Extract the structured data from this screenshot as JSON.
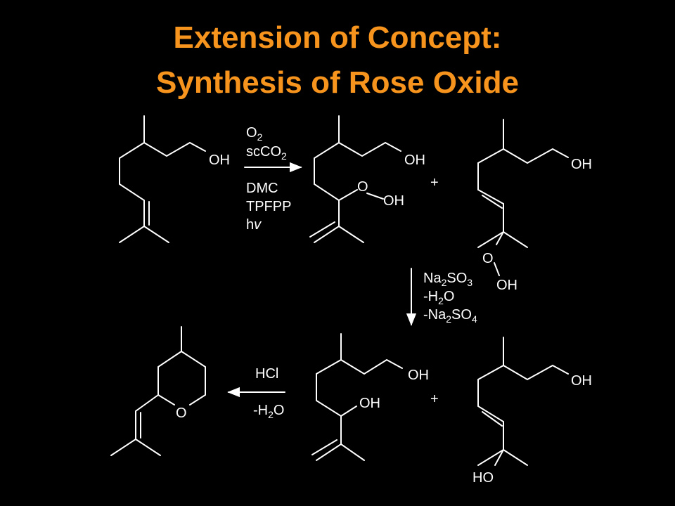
{
  "slide": {
    "title_line1": "Extension of Concept:",
    "title_line2": "Synthesis of Rose Oxide",
    "colors": {
      "background": "#000000",
      "title": "#f7941d",
      "structure": "#ffffff"
    }
  },
  "labels": {
    "oh": "OH",
    "ho": "HO",
    "o": "O",
    "plus": "+",
    "hcl": "HCl",
    "h_minus": "-H",
    "o_letter": "O",
    "two": "2"
  },
  "reaction1": {
    "o2_main": "O",
    "o2_sub": "2",
    "scco2_main": "scCO",
    "scco2_sub": "2",
    "dmc": "DMC",
    "tpfpp": "TPFPP",
    "hv_h": "h",
    "hv_v": "v"
  },
  "reaction2": {
    "na2so3_a": "Na",
    "na2so3_sub1": "2",
    "na2so3_b": "SO",
    "na2so3_sub2": "3",
    "h2o_a": "-H",
    "h2o_sub": "2",
    "h2o_b": "O",
    "na2so4_a": "-Na",
    "na2so4_sub1": "2",
    "na2so4_b": "SO",
    "na2so4_sub2": "4"
  }
}
